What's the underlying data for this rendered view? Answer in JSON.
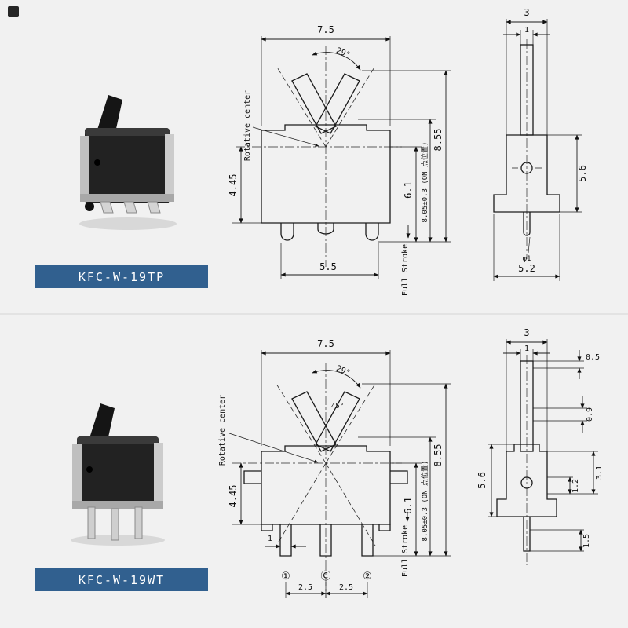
{
  "page": {
    "background": "#f1f1f1",
    "accent": "#31608f",
    "divider_color": "#e3e3e3"
  },
  "products": [
    {
      "label": "KFC-W-19TP",
      "front": {
        "top_width": "7.5",
        "angle": "29°",
        "rotative_center": "Rotative center",
        "left_height": "4.45",
        "dim_body_height": "6.1",
        "dim_on_position": "8.05±0.3 (ON 点位置)",
        "dim_total_height": "8.55",
        "bottom_width": "5.5",
        "full_stroke": "Full Stroke"
      },
      "side": {
        "top_width": "3",
        "lever_width": "1",
        "body_height": "5.6",
        "pin_diameter": "φ1",
        "bottom_width": "5.2"
      }
    },
    {
      "label": "KFC-W-19WT",
      "front": {
        "top_width": "7.5",
        "angle": "29°",
        "angle2": "45°",
        "rotative_center": "Rotative center",
        "left_height": "4.45",
        "dim_body_height": "6.1",
        "dim_on_position": "8.05±0.3 (ON 点位置)",
        "dim_total_height": "8.55",
        "pin_width": "1",
        "terminal_left": "①",
        "terminal_center": "Ⓒ",
        "terminal_right": "②",
        "pitch_left": "2.5",
        "pitch_right": "2.5",
        "full_stroke": "Full Stroke"
      },
      "side": {
        "top_width": "3",
        "lever_width": "1",
        "tip_offset": "0.5",
        "travel": "0.9",
        "upper_height": "3.1",
        "hole_offset": "1.2",
        "body_height": "5.6",
        "pin_protrusion": "1.5"
      }
    }
  ]
}
